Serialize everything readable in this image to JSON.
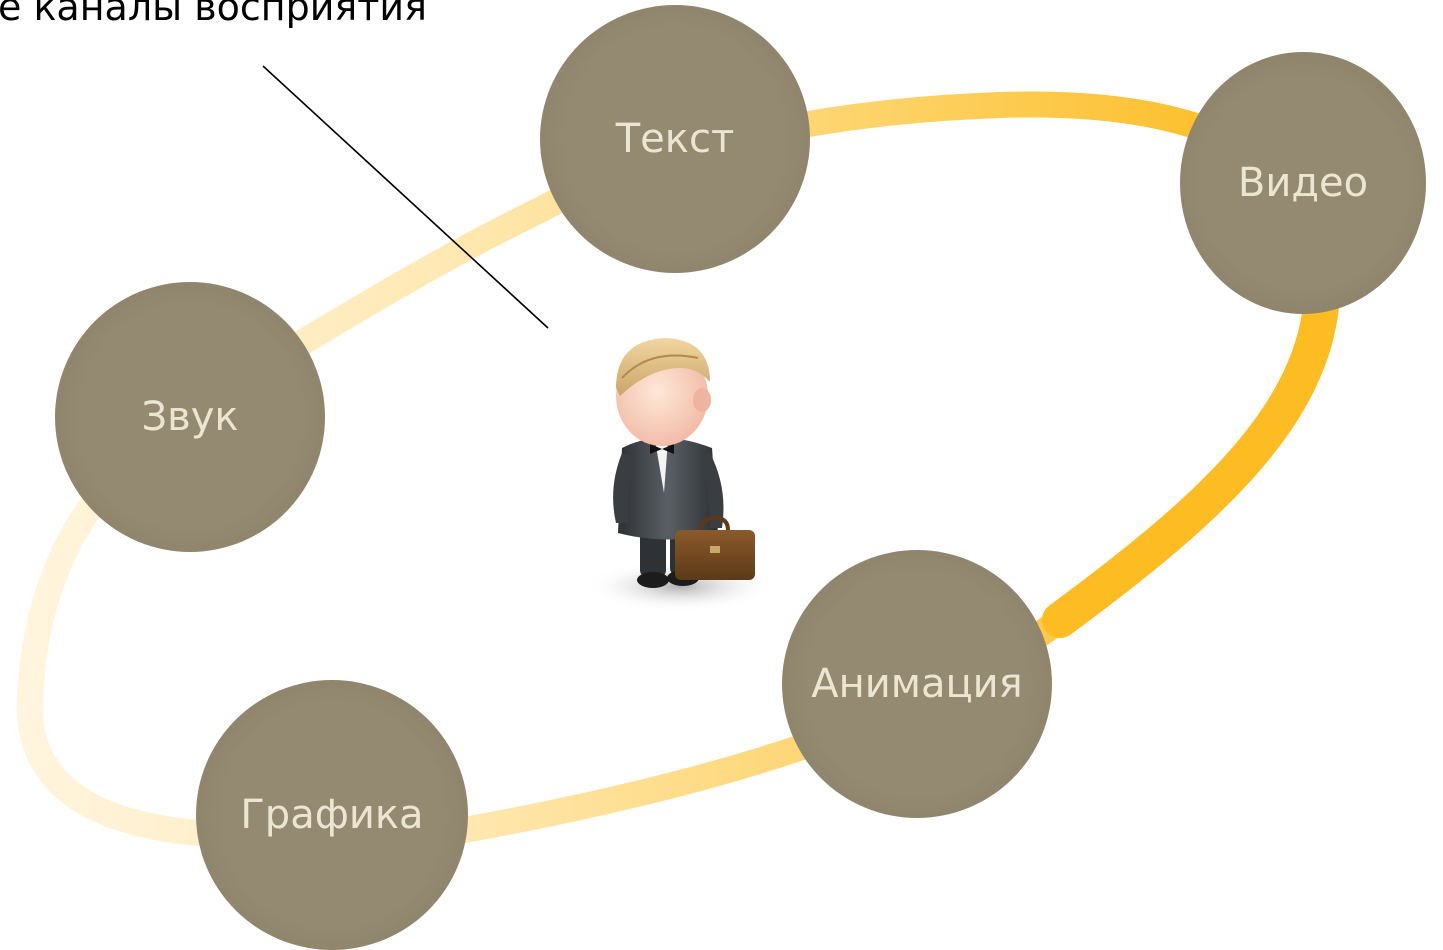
{
  "caption": "е каналы восприятия",
  "nodes": {
    "text": "Текст",
    "video": "Видео",
    "sound": "Звук",
    "animation": "Анимация",
    "graphics": "Графика"
  },
  "colors": {
    "node_fill": "#948a71",
    "node_label": "#ece5d2",
    "ring_strong": "#fdb913",
    "ring_faint": "#fff3da",
    "pointer_line": "#000000"
  },
  "center_icon": "businessman-with-briefcase-icon"
}
